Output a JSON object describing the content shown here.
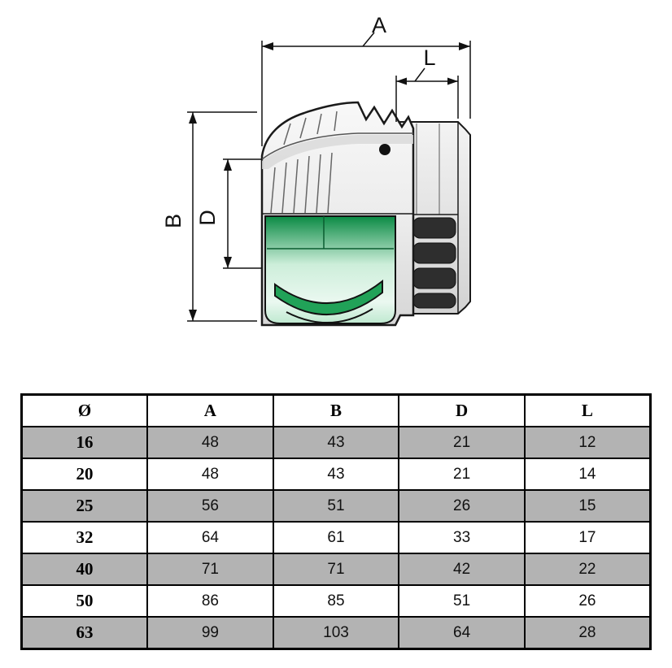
{
  "diagram": {
    "dim_a": "A",
    "dim_l": "L",
    "dim_b": "B",
    "dim_d": "D",
    "description": "Compression end cap fitting side view with dimension lines"
  },
  "colors": {
    "row_gray": "#b3b3b3",
    "green_dark": "#0a8a44",
    "green_mid": "#cdeeda",
    "green_accent": "#21a258",
    "line_black": "#111111"
  },
  "table": {
    "headers": [
      "Ø",
      "A",
      "B",
      "D",
      "L"
    ],
    "rows": [
      [
        "16",
        "48",
        "43",
        "21",
        "12"
      ],
      [
        "20",
        "48",
        "43",
        "21",
        "14"
      ],
      [
        "25",
        "56",
        "51",
        "26",
        "15"
      ],
      [
        "32",
        "64",
        "61",
        "33",
        "17"
      ],
      [
        "40",
        "71",
        "71",
        "42",
        "22"
      ],
      [
        "50",
        "86",
        "85",
        "51",
        "26"
      ],
      [
        "63",
        "99",
        "103",
        "64",
        "28"
      ]
    ]
  }
}
